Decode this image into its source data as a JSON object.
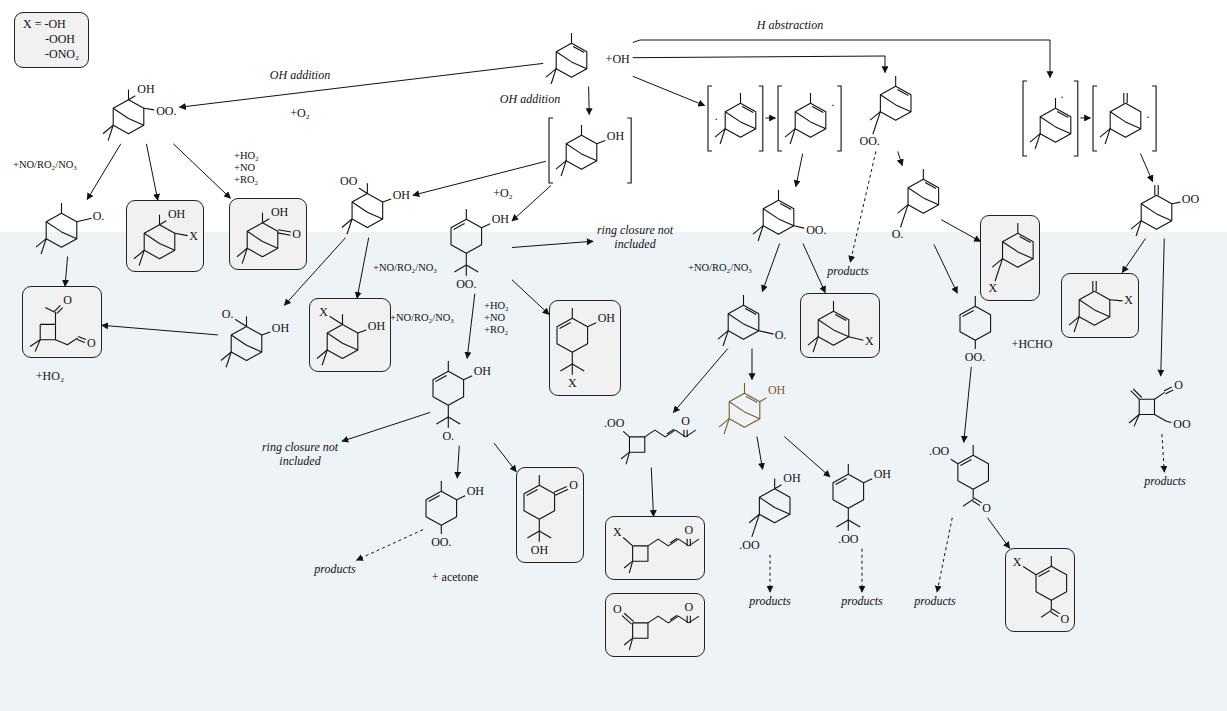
{
  "diagram": {
    "nodes": [
      {
        "text": [
          "X = -OH",
          "-OOH",
          "-ONO₂"
        ]
      },
      {
        "text": [
          "+OH"
        ]
      },
      {
        "text": [
          "OH",
          "OO."
        ]
      },
      {
        "text": [
          "OH"
        ]
      },
      {
        "text": [
          "."
        ]
      },
      {
        "text": [
          "."
        ]
      },
      {
        "text": [
          "OO."
        ]
      },
      {
        "text": [
          "."
        ]
      },
      {
        "text": [
          "."
        ]
      },
      {
        "text": [
          "O."
        ]
      },
      {
        "text": [
          "OH",
          "X"
        ]
      },
      {
        "text": [
          "OH",
          "O"
        ]
      },
      {
        "text": [
          "OO",
          "OH"
        ]
      },
      {
        "text": [
          "OH",
          "OO."
        ]
      },
      {
        "text": [
          "OO."
        ]
      },
      {
        "text": [
          "O."
        ]
      },
      {
        "text": [
          "X"
        ]
      },
      {
        "text": [
          "OO"
        ]
      },
      {
        "text": [
          "O",
          "O"
        ]
      },
      {
        "text": [
          "O.",
          "OH"
        ]
      },
      {
        "text": [
          "X",
          "OH"
        ]
      },
      {
        "text": [
          "OH",
          "O."
        ]
      },
      {
        "text": [
          "OH",
          "X"
        ]
      },
      {
        "text": [
          "O."
        ]
      },
      {
        "text": [
          "X"
        ]
      },
      {
        "text": [
          "OO."
        ]
      },
      {
        "text": [
          "X"
        ]
      },
      {
        "text": [
          "O",
          "OO"
        ]
      },
      {
        "text": [
          ".OO",
          "O"
        ]
      },
      {
        "text": [
          "OH"
        ]
      },
      {
        "text": [
          "OH",
          "OO."
        ]
      },
      {
        "text": [
          "O",
          "OH"
        ]
      },
      {
        "text": [
          "X",
          "O"
        ]
      },
      {
        "text": [
          "O",
          "O"
        ]
      },
      {
        "text": [
          "OH",
          ".OO"
        ]
      },
      {
        "text": [
          "OH",
          ".OO"
        ]
      },
      {
        "text": [
          ".OO",
          "O"
        ]
      },
      {
        "text": [
          "X",
          "O"
        ]
      }
    ],
    "edges": [
      {
        "from": 1,
        "to": 2,
        "arrow": "to"
      },
      {
        "from": 1,
        "to": 3,
        "arrow": "to"
      },
      {
        "from": 1,
        "to": 4,
        "arrow": "to"
      },
      {
        "from": 1,
        "to": 6,
        "arrow": "to"
      },
      {
        "from": 1,
        "to": 7,
        "arrow": "to"
      },
      {
        "from": 4,
        "to": 5,
        "arrow": "to"
      },
      {
        "from": 7,
        "to": 8,
        "arrow": "to"
      },
      {
        "from": 2,
        "to": 9,
        "arrow": "to"
      },
      {
        "from": 2,
        "to": 10,
        "arrow": "to"
      },
      {
        "from": 2,
        "to": 11,
        "arrow": "to"
      },
      {
        "from": 3,
        "to": 12,
        "arrow": "to"
      },
      {
        "from": 3,
        "to": 13,
        "arrow": "to"
      },
      {
        "from": 5,
        "to": 14,
        "arrow": "to"
      },
      {
        "from": 6,
        "to": 15,
        "arrow": "to"
      },
      {
        "from": 15,
        "to": 16,
        "arrow": "to"
      },
      {
        "from": 15,
        "to": 25,
        "arrow": "to"
      },
      {
        "from": 8,
        "to": 17,
        "arrow": "to"
      },
      {
        "from": 17,
        "to": 26,
        "arrow": "to"
      },
      {
        "from": 17,
        "to": 27,
        "arrow": "to"
      },
      {
        "from": 9,
        "to": 18,
        "arrow": "to"
      },
      {
        "from": 19,
        "to": 18,
        "arrow": "to"
      },
      {
        "from": 12,
        "to": 19,
        "arrow": "to"
      },
      {
        "from": 12,
        "to": 20,
        "arrow": "to"
      },
      {
        "from": 13,
        "to": 21,
        "arrow": "to"
      },
      {
        "from": 13,
        "to": 22,
        "arrow": "to"
      },
      {
        "from": 14,
        "to": 23,
        "arrow": "to"
      },
      {
        "from": 14,
        "to": 24,
        "arrow": "to"
      },
      {
        "from": 21,
        "to": 30,
        "arrow": "to"
      },
      {
        "from": 21,
        "to": 31,
        "arrow": "to"
      },
      {
        "from": 23,
        "to": 28,
        "arrow": "to"
      },
      {
        "from": 23,
        "to": 29,
        "arrow": "to"
      },
      {
        "from": 28,
        "to": 32,
        "arrow": "to"
      },
      {
        "from": 29,
        "to": 34,
        "arrow": "to"
      },
      {
        "from": 29,
        "to": 35,
        "arrow": "to"
      },
      {
        "from": 25,
        "to": 36,
        "arrow": "to"
      },
      {
        "from": 36,
        "to": 37,
        "arrow": "to"
      }
    ],
    "labels": [
      "OH addition",
      "+O₂",
      "OH addition",
      "H abstraction",
      "+O₂",
      "+NO/RO₂/NO₃",
      "+HO₂ +NO +RO₂",
      "+NO/RO₂/NO₃",
      "ring closure not included",
      "+NO/RO₂/NO₃",
      "+HO₂ +NO +RO₂",
      "products",
      "+NO/RO₂/NO₃",
      "+HO₂",
      "ring closure not included",
      "products",
      "+ acetone",
      "+HCHO",
      "products",
      "products",
      "products",
      "products"
    ]
  }
}
